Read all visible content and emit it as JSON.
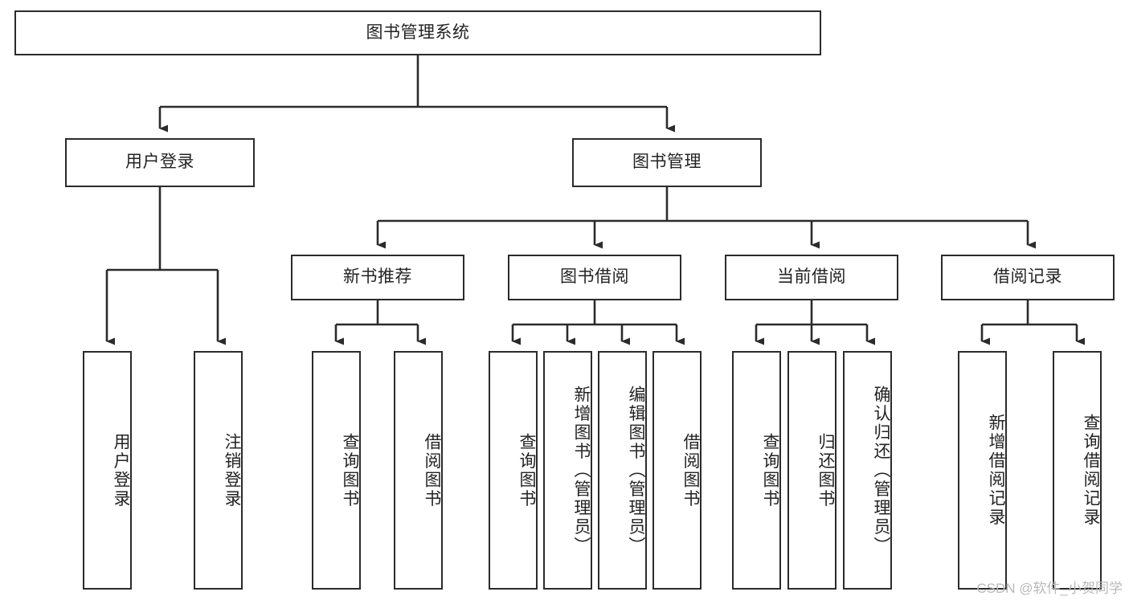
{
  "diagram": {
    "title": "图书管理系统",
    "type": "tree",
    "colors": {
      "box_border": "#2b2b2b",
      "box_fill": "#ffffff",
      "text": "#232323",
      "edge": "#2b2b2b",
      "watermark": "#b9b9b9"
    },
    "nodes": {
      "root": {
        "label": "图书管理系统"
      },
      "level1": [
        {
          "id": "user-login",
          "label": "用户登录"
        },
        {
          "id": "book-manage",
          "label": "图书管理"
        }
      ],
      "level2": [
        {
          "id": "new-book-recommend",
          "label": "新书推荐"
        },
        {
          "id": "book-borrow",
          "label": "图书借阅"
        },
        {
          "id": "current-borrow",
          "label": "当前借阅"
        },
        {
          "id": "borrow-record",
          "label": "借阅记录"
        }
      ],
      "level3": [
        {
          "id": "leaf-user-login",
          "label": "用户登录"
        },
        {
          "id": "leaf-logout-login",
          "label": "注销登录"
        },
        {
          "id": "leaf-query-book-1",
          "label": "查询图书"
        },
        {
          "id": "leaf-borrow-book-1",
          "label": "借阅图书"
        },
        {
          "id": "leaf-query-book-2",
          "label": "查询图书"
        },
        {
          "id": "leaf-add-book-admin",
          "label": "新增图书（管理员）"
        },
        {
          "id": "leaf-edit-book-admin",
          "label": "编辑图书（管理员）"
        },
        {
          "id": "leaf-borrow-book-2",
          "label": "借阅图书"
        },
        {
          "id": "leaf-query-book-3",
          "label": "查询图书"
        },
        {
          "id": "leaf-return-book",
          "label": "归还图书"
        },
        {
          "id": "leaf-confirm-return-admin",
          "label": "确认归还（管理员）"
        },
        {
          "id": "leaf-add-borrow-record",
          "label": "新增借阅记录"
        },
        {
          "id": "leaf-query-borrow-record",
          "label": "查询借阅记录"
        }
      ]
    },
    "watermark": "CSDN @软件_小贺同学"
  }
}
